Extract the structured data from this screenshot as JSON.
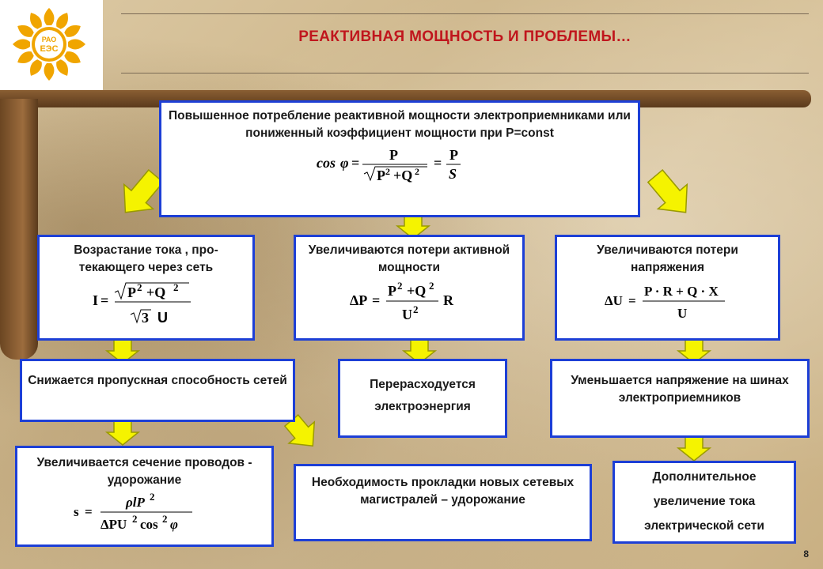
{
  "title": "РЕАКТИВНАЯ МОЩНОСТЬ И ПРОБЛЕМЫ…",
  "logo": {
    "icon": "sun-logo-icon",
    "text": "РАО ЕЭС",
    "color": "#f0a500"
  },
  "colors": {
    "box_border": "#1d3fd6",
    "arrow_fill": "#f5f300",
    "arrow_stroke": "#9a9a00",
    "title": "#c0161d"
  },
  "boxes": {
    "top": {
      "text": "Повышенное потребление реактивной мощности электроприемниками или пониженный коэффициент мощности при P=const"
    },
    "current": {
      "text": "Возрастание тока , про-текающего через сеть"
    },
    "active_losses": {
      "text": "Увеличиваются потери активной мощности"
    },
    "voltage_losses": {
      "text": "Увеличиваются потери напряжения"
    },
    "capacity": {
      "text": "Снижается пропускная способность сетей"
    },
    "overuse": {
      "text": "Перерасходуется электроэнергия"
    },
    "voltage_drop": {
      "text": "Уменьшается напряжение на шинах электроприемников"
    },
    "section": {
      "text": "Увеличивается сечение проводов - удорожание"
    },
    "new_lines": {
      "text": "Необходимость прокладки новых сетевых магистралей – удорожание"
    },
    "extra_current": {
      "text": "Дополнительное увеличение тока электрической сети"
    }
  },
  "formulas": {
    "cos_phi": "cosφ = P/√(P²+Q²) = P/S",
    "current": "I = √(P²+Q²)/(√3 U)",
    "delta_p": "ΔP = (P²+Q²)/U² · R",
    "delta_u": "ΔU = (P·R+Q·X)/U",
    "section": "s = ρlP²/(ΔPU²cos²φ)"
  },
  "page_number": "8"
}
